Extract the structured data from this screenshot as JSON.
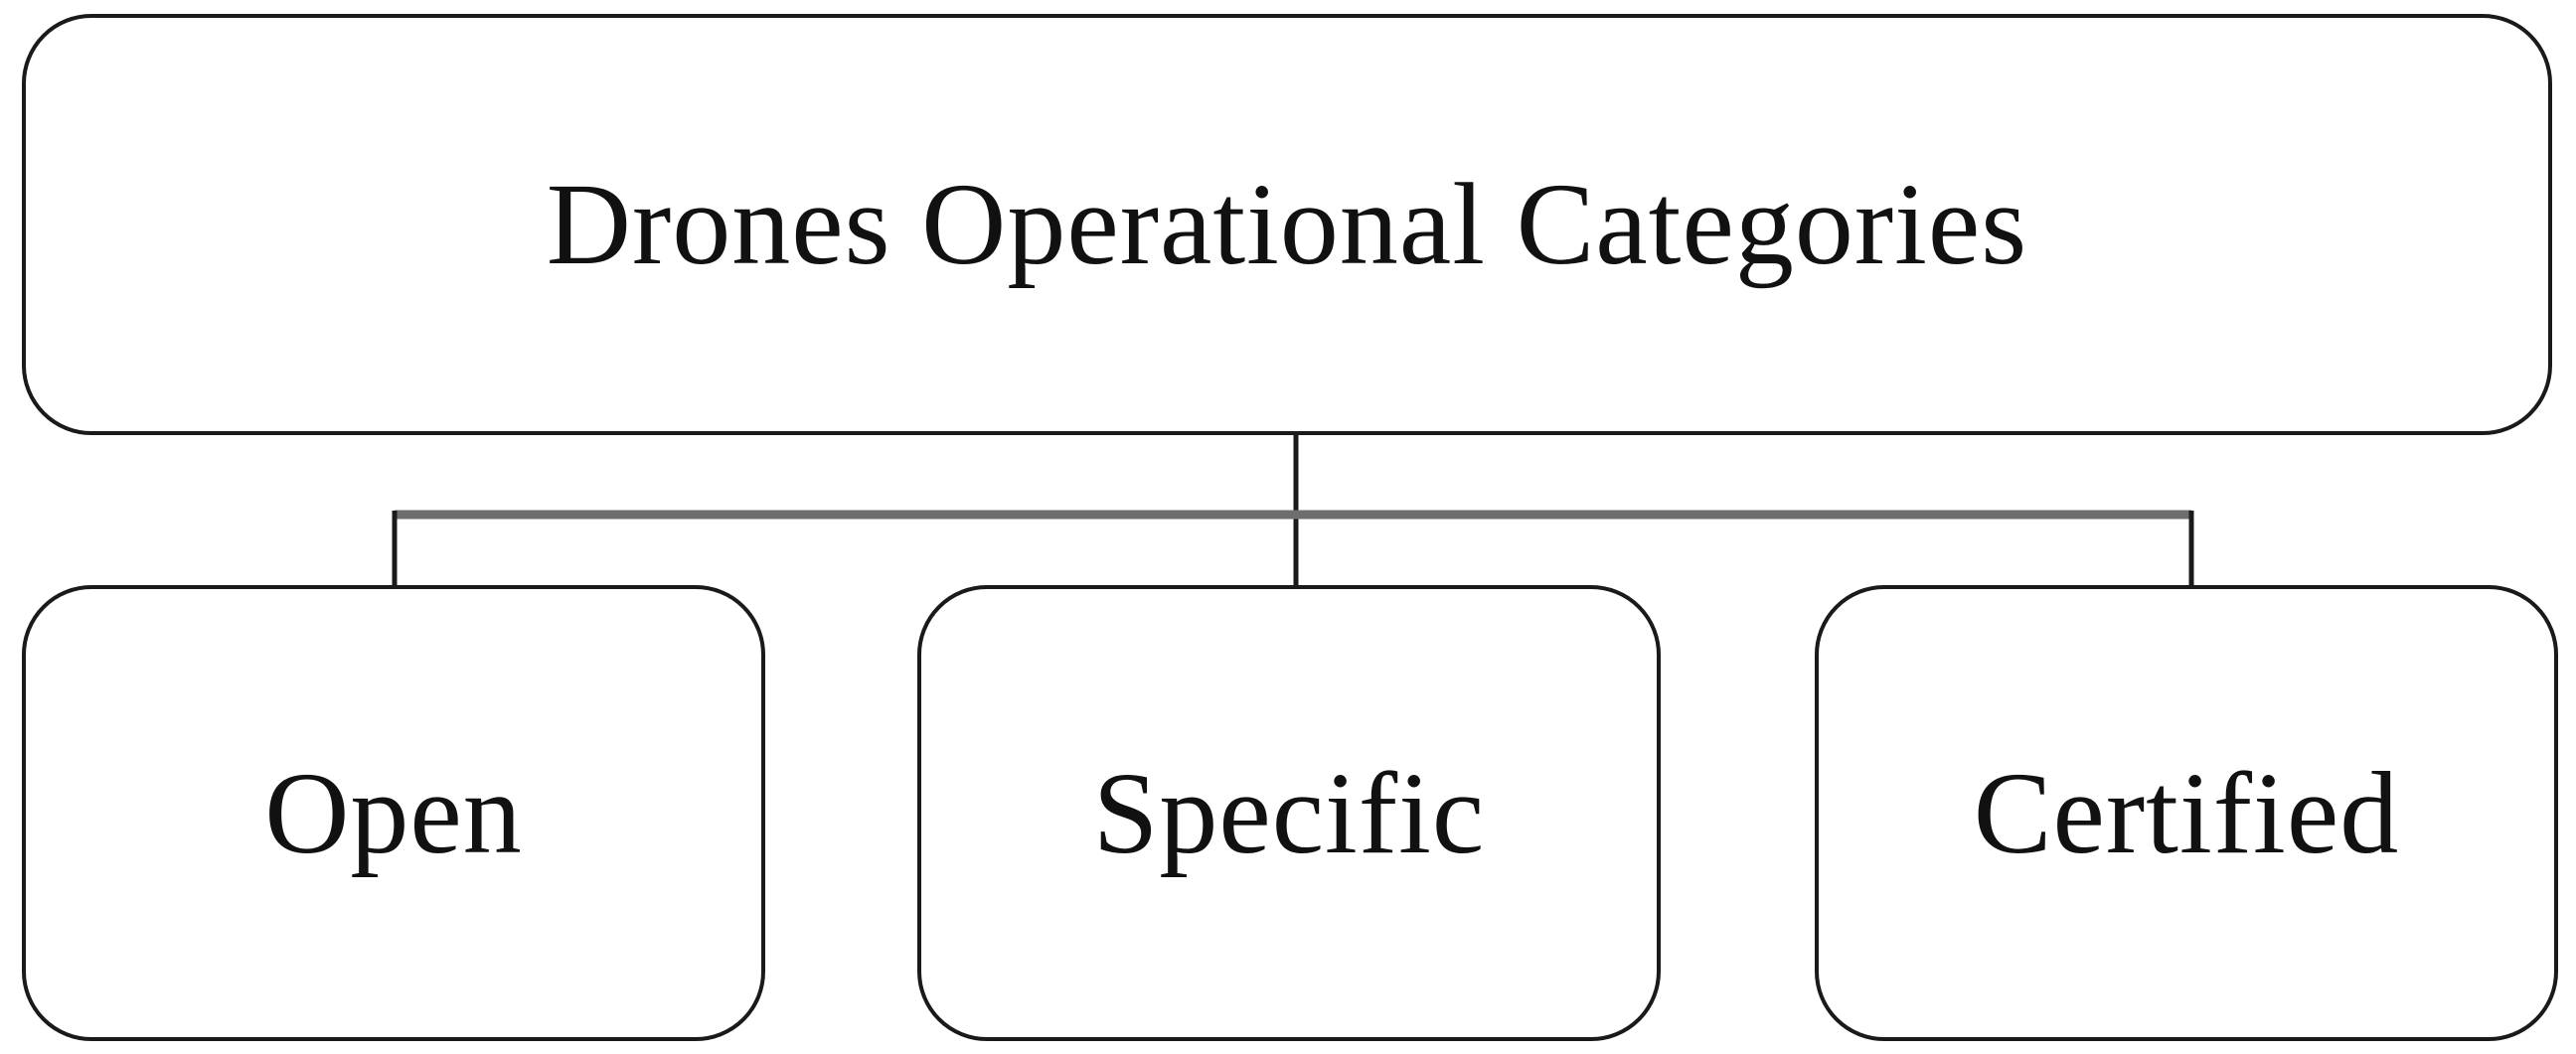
{
  "diagram": {
    "root": {
      "label": "Drones Operational Categories"
    },
    "children": [
      {
        "label": "Open"
      },
      {
        "label": "Specific"
      },
      {
        "label": "Certified"
      }
    ]
  },
  "colors": {
    "box_border": "#1a1a1a",
    "connector": "#6e6e6e",
    "text": "#111111",
    "background": "#ffffff"
  }
}
